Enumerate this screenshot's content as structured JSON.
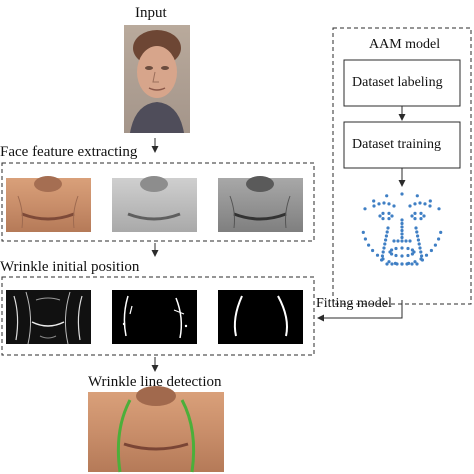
{
  "labels": {
    "input": "Input",
    "face_feature": "Face feature extracting",
    "wrinkle_initial": "Wrinkle initial position",
    "wrinkle_line": "Wrinkle line detection",
    "fitting_model": "Fitting model",
    "aam_model": "AAM model"
  },
  "aam_steps": [
    "Dataset labeling",
    "Dataset training"
  ],
  "colors": {
    "line": "#2b2b2b",
    "landmark": "#3f7fc4",
    "wrinkle_line": "#4caf3a"
  }
}
